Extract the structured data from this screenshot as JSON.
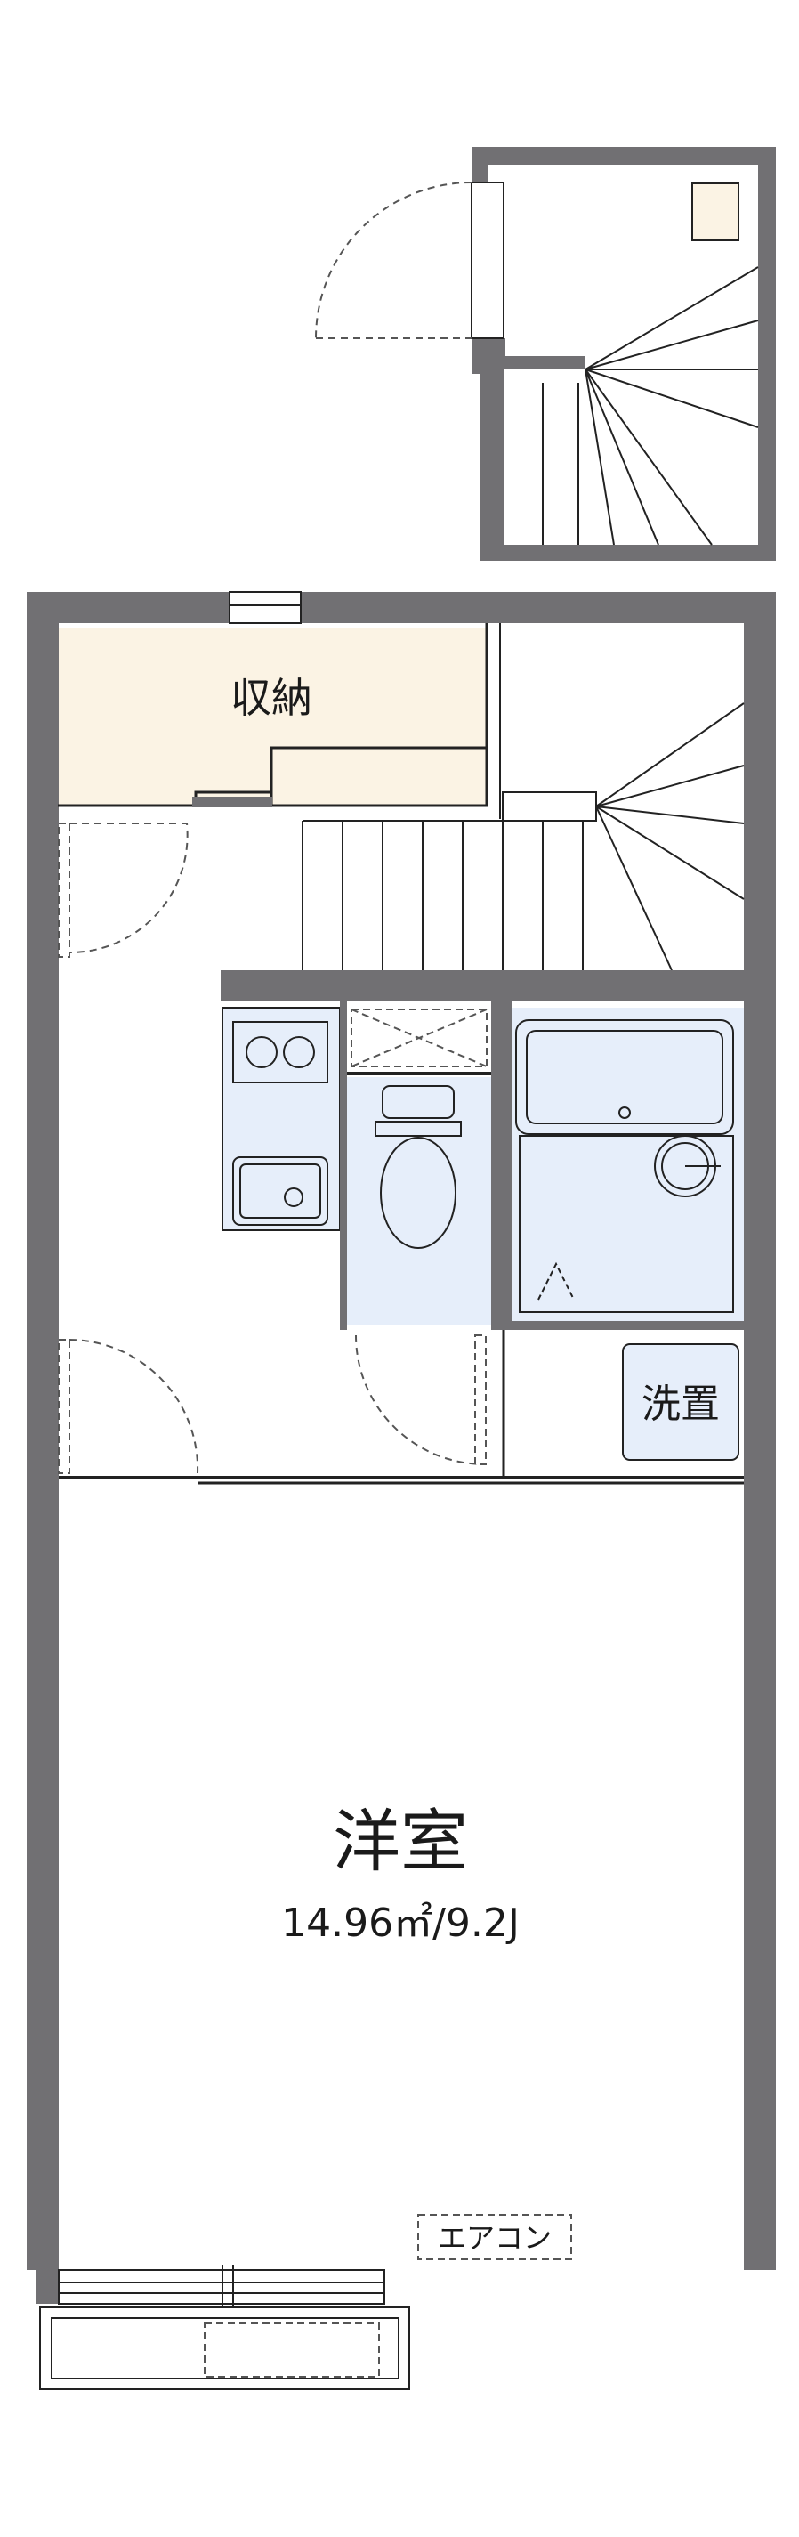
{
  "rooms": {
    "storage": "収納",
    "laundry": "洗置",
    "western_room": "洋室",
    "western_room_area": "14.96㎡/9.2J",
    "aircon": "エアコン"
  },
  "colors": {
    "wall": "#717073",
    "storage_fill": "#fbf3e4",
    "wet_fill": "#e6eefa",
    "line": "#222222",
    "dash": "#555555"
  }
}
